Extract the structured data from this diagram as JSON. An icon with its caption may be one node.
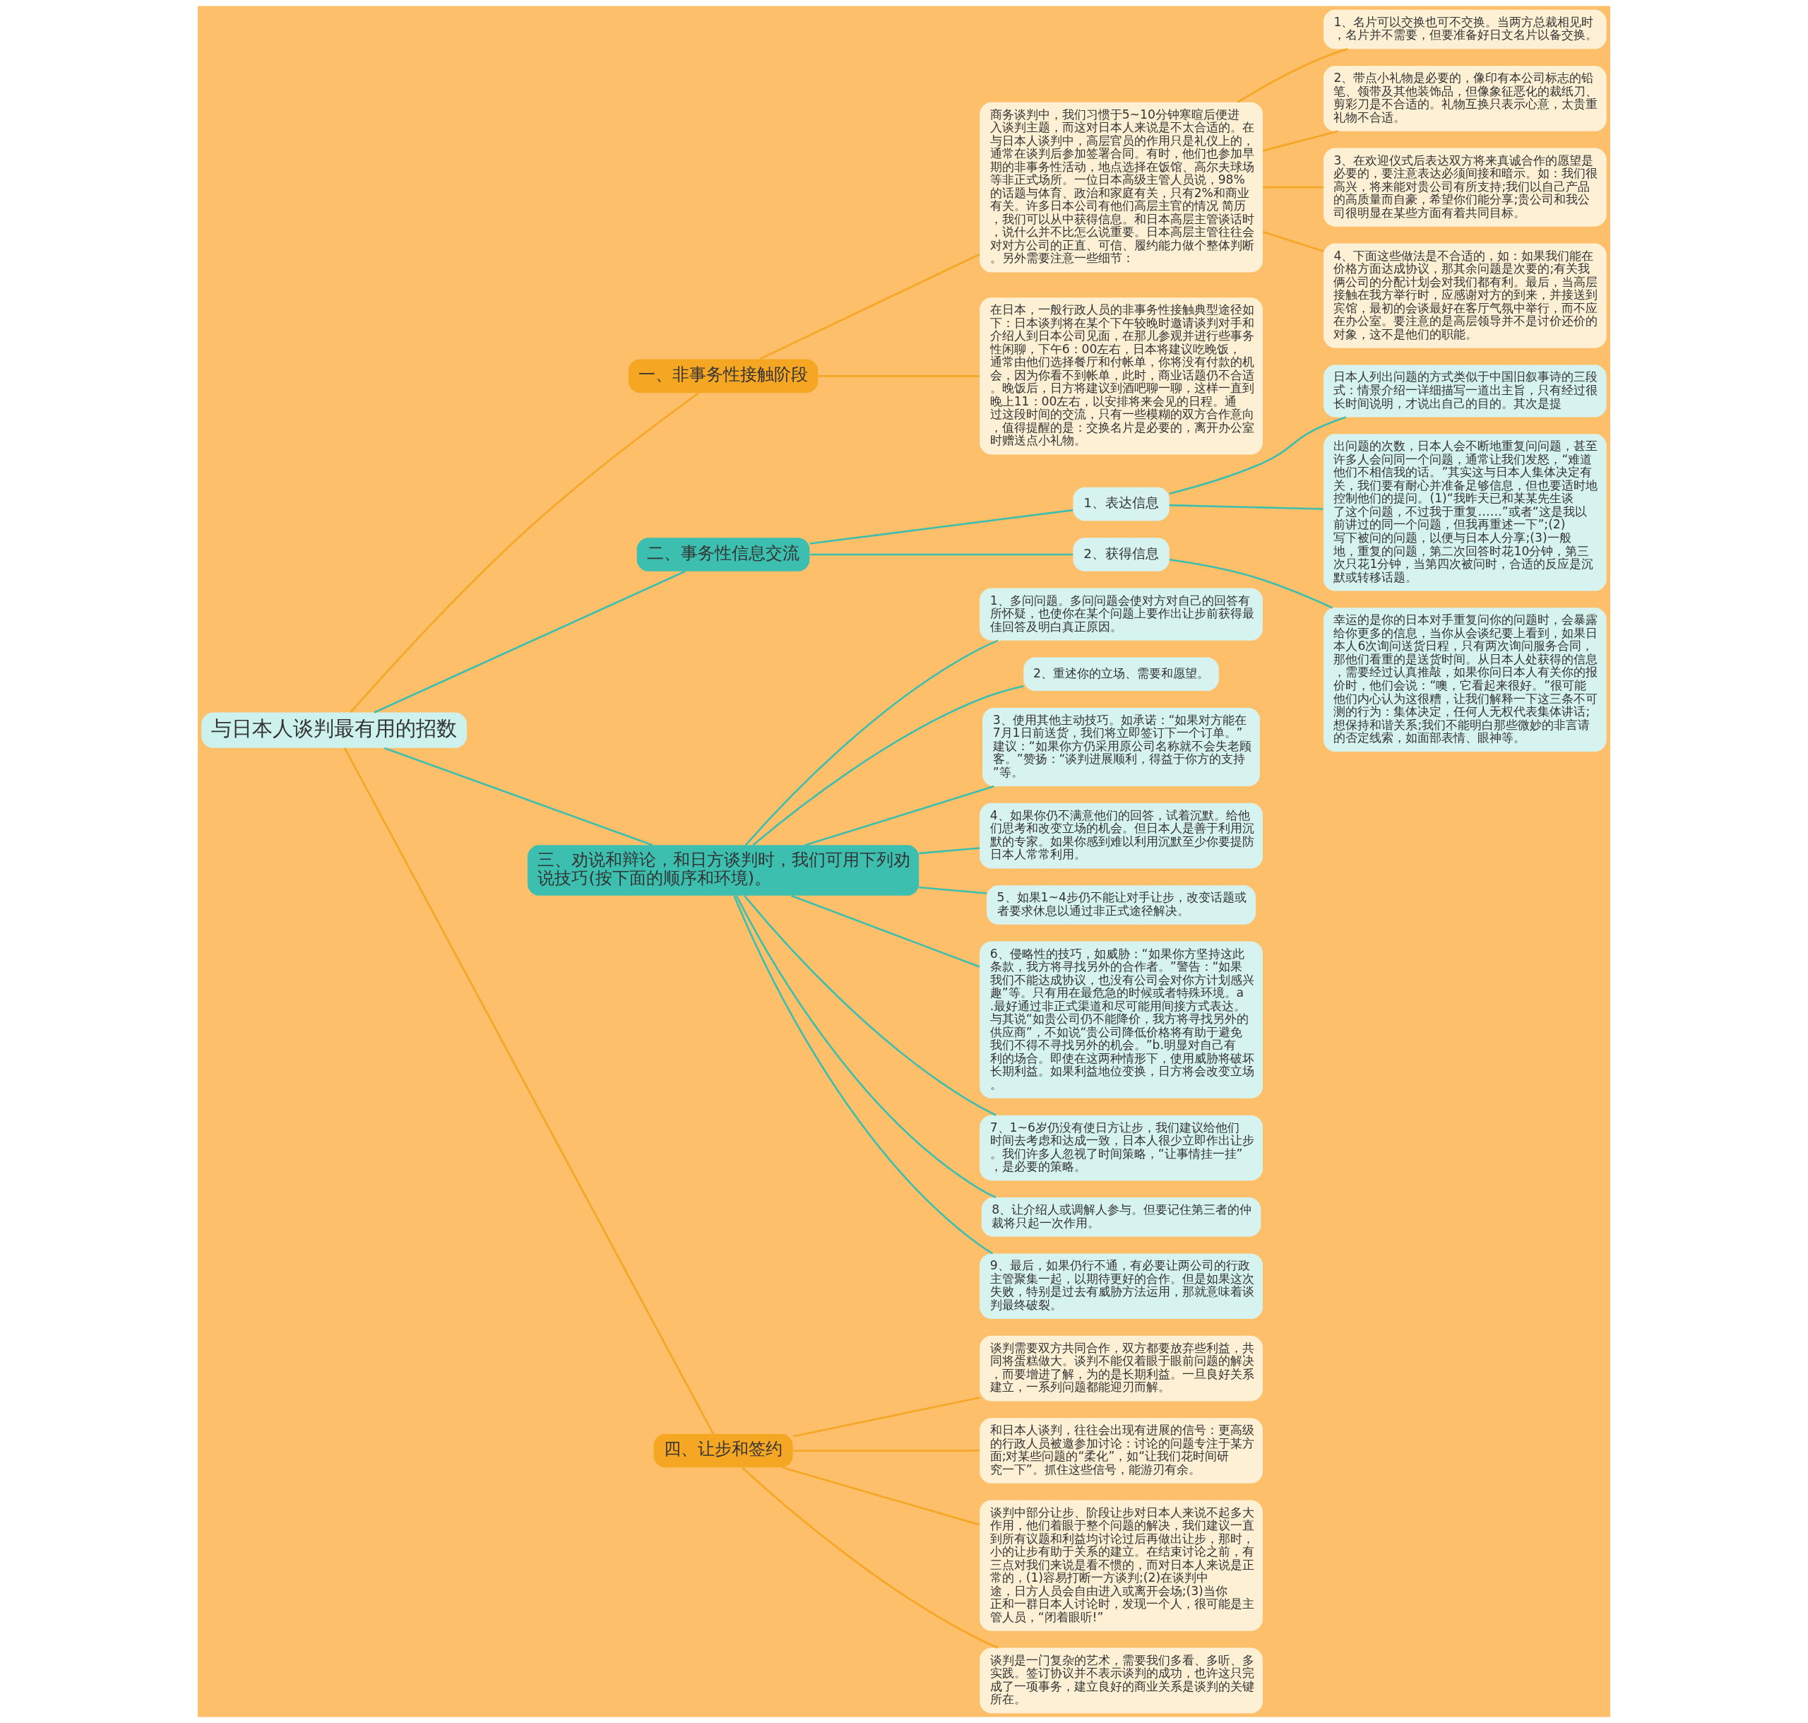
{
  "diagram": {
    "nodes": [
      {
        "text": [
          "与日本人谈判最有用的招数"
        ]
      },
      {
        "text": [
          "一、非事务性接触阶段"
        ]
      },
      {
        "text": [
          "商务谈判中，我们习惯于5~10分钟寒暄后便进入谈判主题，而这对日本人来说是不太合适的。在与日本人谈判中，高层官员的作用只是礼仪上的，通常在谈判后参加签署合同。有时，他们也参加早期的非事务性活动，地点选择在饭馆、高尔夫球场等非正式场所。一位日本高级主管人员说，98%的话题与体育、政治和家庭有关，只有2%和商业有关。许多日本公司有他们高层主官的情况 简历，我们可以从中获得信息。和日本高层主管谈话时，说什么并不比怎么说重要。日本高层主管往往会对对方公司的正直、可信、履约能力做个整体判断。另外需要注意一些细节："
        ]
      },
      {
        "text": [
          "1、名片可以交换也可不交换。当两方总裁相见时，名片并不需要，但要准备好日文名片以备交换。"
        ]
      },
      {
        "text": [
          "2、带点小礼物是必要的，像印有本公司标志的铅笔、领带及其他装饰品，但像象征恶化的裁纸刀、剪彩刀是不合适的。礼物互换只表示心意，太贵重礼物不合适。"
        ]
      },
      {
        "text": [
          "3、在欢迎仪式后表达双方将来真诚合作的愿望是必要的，要注意表达必须间接和暗示。如：我们很高兴，将来能对贵公司有所支持;我们以自己产品的高质量而自豪，希望你们能分享;贵公司和我公司很明显在某些方面有着共同目标。"
        ]
      },
      {
        "text": [
          "4、下面这些做法是不合适的，如：如果我们能在价格方面达成协议，那其余问题是次要的;有关我俩公司的分配计划会对我们都有利。最后，当高层接触在我方举行时，应感谢对方的到来，并接送到宾馆，最初的会谈最好在客厅气氛中举行，而不应在办公室。要注意的是高层领导并不是讨价还价的对象，这不是他们的职能。"
        ]
      },
      {
        "text": [
          "在日本，一般行政人员的非事务性接触典型途径如下：日本谈判将在某个下午较晚时邀请谈判对手和介绍人到日本公司见面，在那儿参观并进行些事务性闲聊，下午6：00左右，日本将建议吃晚饭，通常由他们选择餐厅和付帐单，你将没有付款的机会，因为你看不到帐单，此时，商业话题仍不合适。晚饭后，日方将建议到酒吧聊一聊，这样一直到晚上11：00左右，以安排将来会见的日程。通过这段时间的交流，只有一些模糊的双方合作意向，值得提醒的是：交换名片是必要的，离开办公室时赠送点小礼物。"
        ]
      },
      {
        "text": [
          "二、事务性信息交流"
        ]
      },
      {
        "text": [
          "1、表达信息"
        ]
      },
      {
        "text": [
          "日本人列出问题的方式类似于中国旧叙事诗的三段式：情景介绍一详细描写一道出主旨，只有经过很长时间说明，才说出自己的目的。其次是提"
        ]
      },
      {
        "text": [
          "出问题的次数，日本人会不断地重复问问题，甚至许多人会问同一个问题，通常让我们发怒，“难道他们不相信我的话。”其实这与日本人集体决定有关，我们要有耐心并准备足够信息，但也要适时地控制他们的提问。(1)“我昨天已和某某先生谈了这个问题，不过我于重复……”或者“这是我以前讲过的同一个问题，但我再重述一下”;(2)写下被问的问题，以便与日本人分享;(3)一般地，重复的问题，第二次回答时花10分钟，第三次只花1分钟，当第四次被问时，合适的反应是沉默或转移话题。"
        ]
      },
      {
        "text": [
          "2、获得信息"
        ]
      },
      {
        "text": [
          "幸运的是你的日本对手重复问你的问题时，会暴露给你更多的信息，当你从会谈纪要上看到，如果日本人6次询问送货日程，只有两次询问服务合同，那他们看重的是送货时间。从日本人处获得的信息，需要经过认真推敲，如果你问日本人有关你的报价时，他们会说：“噢，它看起来很好。”很可能他们内心认为这很糟，让我们解释一下这三条不可测的行为：集体决定，任何人无权代表集体讲话;想保持和谐关系;我们不能明白那些微妙的非言请的否定线索，如面部表情、眼神等。"
        ]
      },
      {
        "text": [
          "三、劝说和辩论，和日方谈判时，我们可用下列劝说技巧(按下面的顺序和环境)。"
        ]
      },
      {
        "text": [
          "1、多问问题。多问问题会使对方对自己的回答有所怀疑，也使你在某个问题上要作出让步前获得最佳回答及明白真正原因。"
        ]
      },
      {
        "text": [
          "2、重述你的立场、需要和愿望。"
        ]
      },
      {
        "text": [
          "3、使用其他主动技巧。如承诺：“如果对方能在7月1日前送货，我们将立即签订下一个订单。”建议：“如果你方仍采用原公司名称就不会失老顾客。”赞扬：“谈判进展顺利，得益于你方的支持”等。"
        ]
      },
      {
        "text": [
          "4、如果你仍不满意他们的回答，试着沉默。给他们思考和改变立场的机会。但日本人是善于利用沉默的专家。如果你感到难以利用沉默至少你要提防日本人常常利用。"
        ]
      },
      {
        "text": [
          "5、如果1~4步仍不能让对手让步，改变话题或者要求休息以通过非正式途径解决。"
        ]
      },
      {
        "text": [
          "6、侵略性的技巧，如威胁：“如果你方坚持这此条款，我方将寻找另外的合作者。”警告：“如果我们不能达成协议，也没有公司会对你方计划感兴趣”等。只有用在最危急的时候或者特殊环境。a.最好通过非正式渠道和尽可能用间接方式表达。与其说“如贵公司仍不能降价，我方将寻找另外的供应商”，不如说“贵公司降低价格将有助于避免我们不得不寻找另外的机会。”b.明显对自己有利的场合。即使在这两种情形下，使用威胁将破坏长期利益。如果利益地位变换，日方将会改变立场。"
        ]
      },
      {
        "text": [
          "7、1~6岁仍没有使日方让步，我们建议给他们时间去考虑和达成一致，日本人很少立即作出让步。我们许多人忽视了时间策略，“让事情挂一挂”，是必要的策略。"
        ]
      },
      {
        "text": [
          "8、让介绍人或调解人参与。但要记住第三者的仲裁将只起一次作用。"
        ]
      },
      {
        "text": [
          "9、最后，如果仍行不通，有必要让两公司的行政主管聚集一起，以期待更好的合作。但是如果这次失败，特别是过去有威胁方法运用，那就意味着谈判最终破裂。"
        ]
      },
      {
        "text": [
          "四、让步和签约"
        ]
      },
      {
        "text": [
          "谈判需要双方共同合作，双方都要放弃些利益，共同将蛋糕做大。谈判不能仅着眼于眼前问题的解决，而要增进了解，为的是长期利益。一旦良好关系建立，一系列问题都能迎刃而解。"
        ]
      },
      {
        "text": [
          "和日本人谈判，往往会出现有进展的信号：更高级的行政人员被邀参加讨论：讨论的问题专注于某方面;对某些问题的“柔化”，如“让我们花时间研究一下”。抓住这些信号，能游刃有余。"
        ]
      },
      {
        "text": [
          "谈判中部分让步、阶段让步对日本人来说不起多大作用，他们着眼于整个问题的解决，我们建议一直到所有议题和利益均讨论过后再做出让步，那时，小的让步有助于关系的建立。在结束讨论之前，有三点对我们来说是看不惯的，而对日本人来说是正常的，(1)容易打断一方谈判;(2)在谈判中途，日方人员会自由进入或离开会场;(3)当你正和一群日本人讨论时，发现一个人，很可能是主管人员，“闭着眼听!”"
        ]
      },
      {
        "text": [
          "谈判是一门复杂的艺术，需要我们多看、多听、多实践。签订协议并不表示谈判的成功，也许这只完成了一项事务，建立良好的商业关系是谈判的关键所在。"
        ]
      }
    ],
    "edges": [
      {
        "from": 0,
        "to": 1,
        "arrow": "none",
        "color": "#f5a623"
      },
      {
        "from": 1,
        "to": 2,
        "arrow": "none",
        "color": "#f5a623"
      },
      {
        "from": 2,
        "to": 3,
        "arrow": "none",
        "color": "#f5a623"
      },
      {
        "from": 2,
        "to": 4,
        "arrow": "none",
        "color": "#f5a623"
      },
      {
        "from": 2,
        "to": 5,
        "arrow": "none",
        "color": "#f5a623"
      },
      {
        "from": 2,
        "to": 6,
        "arrow": "none",
        "color": "#f5a623"
      },
      {
        "from": 1,
        "to": 7,
        "arrow": "none",
        "color": "#f5a623"
      },
      {
        "from": 0,
        "to": 8,
        "arrow": "none"
      },
      {
        "from": 8,
        "to": 9,
        "arrow": "none"
      },
      {
        "from": 9,
        "to": 10,
        "arrow": "none"
      },
      {
        "from": 9,
        "to": 11,
        "arrow": "none"
      },
      {
        "from": 8,
        "to": 12,
        "arrow": "none"
      },
      {
        "from": 12,
        "to": 13,
        "arrow": "none"
      },
      {
        "from": 0,
        "to": 14,
        "arrow": "none"
      },
      {
        "from": 14,
        "to": 15,
        "arrow": "none"
      },
      {
        "from": 14,
        "to": 16,
        "arrow": "none"
      },
      {
        "from": 14,
        "to": 17,
        "arrow": "none"
      },
      {
        "from": 14,
        "to": 18,
        "arrow": "none"
      },
      {
        "from": 14,
        "to": 19,
        "arrow": "none"
      },
      {
        "from": 14,
        "to": 20,
        "arrow": "none"
      },
      {
        "from": 14,
        "to": 21,
        "arrow": "none"
      },
      {
        "from": 14,
        "to": 22,
        "arrow": "none"
      },
      {
        "from": 14,
        "to": 23,
        "arrow": "none"
      },
      {
        "from": 0,
        "to": 24,
        "arrow": "none",
        "color": "#f5a623"
      },
      {
        "from": 24,
        "to": 25,
        "arrow": "none",
        "color": "#f5a623"
      },
      {
        "from": 24,
        "to": 26,
        "arrow": "none",
        "color": "#f5a623"
      },
      {
        "from": 24,
        "to": 27,
        "arrow": "none",
        "color": "#f5a623"
      },
      {
        "from": 24,
        "to": 28,
        "arrow": "none",
        "color": "#f5a623"
      }
    ]
  }
}
